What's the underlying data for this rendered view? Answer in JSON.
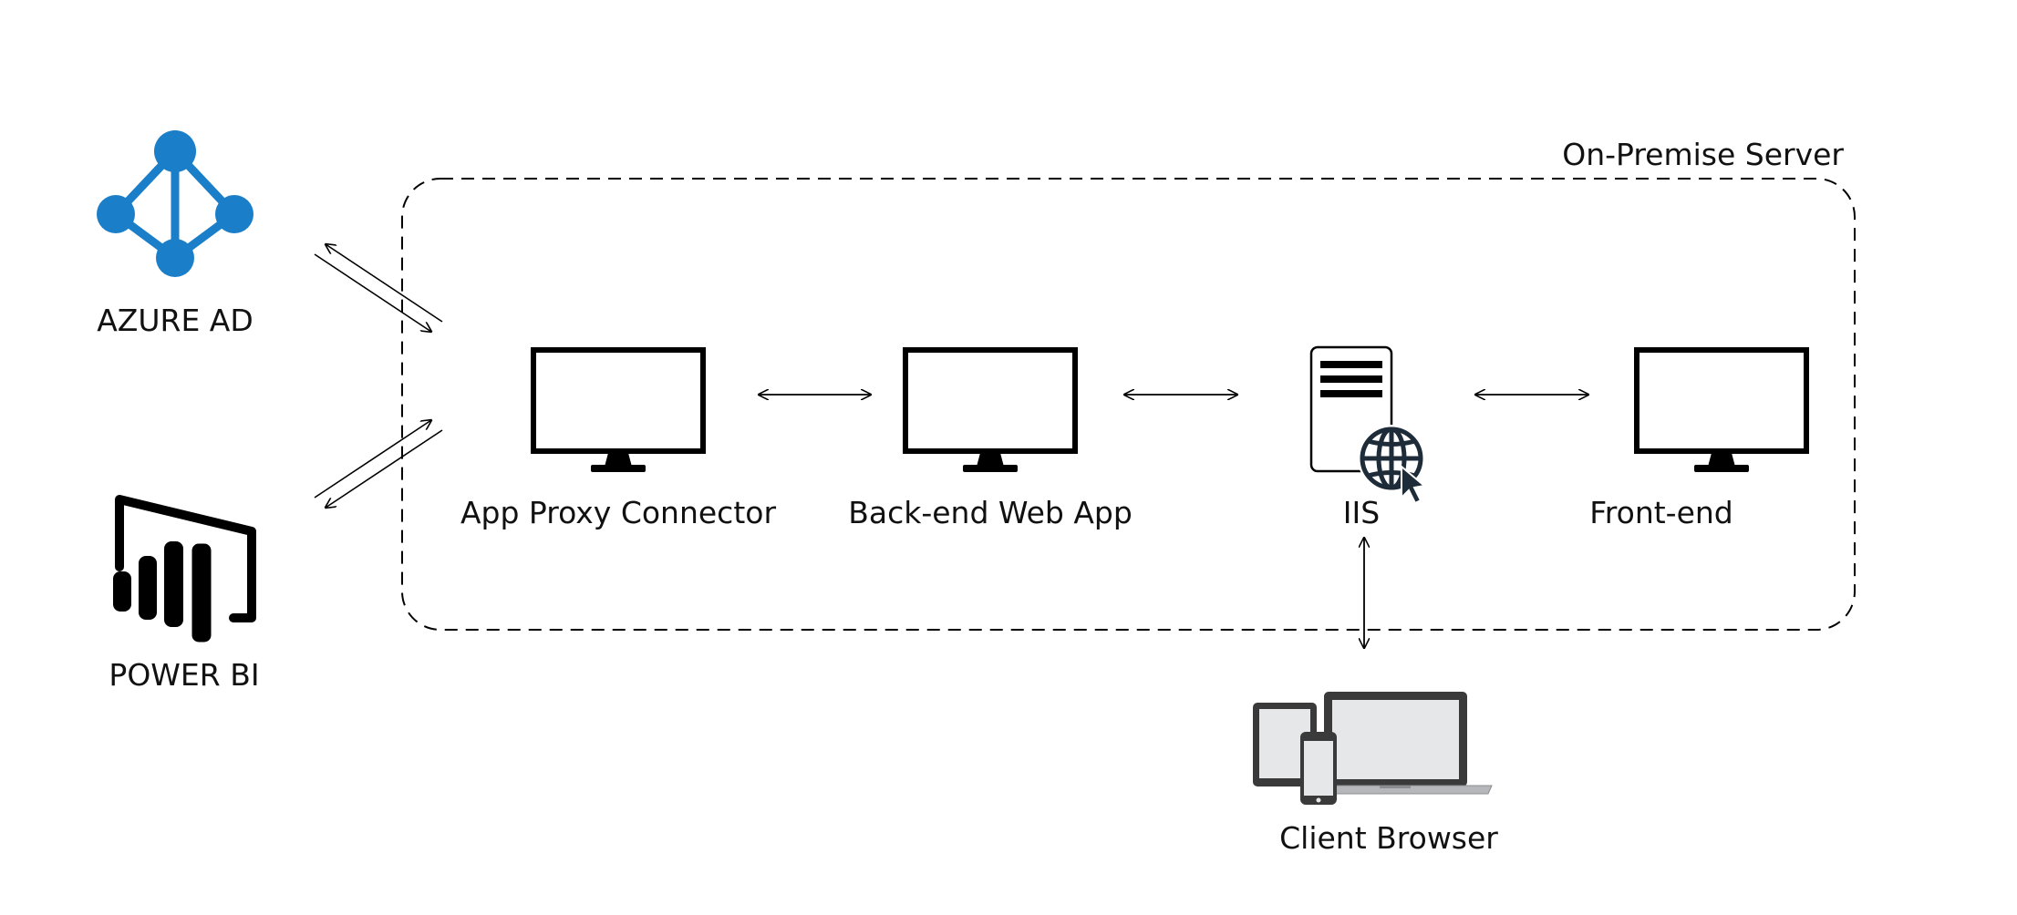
{
  "diagram": {
    "region": {
      "label": "On-Premise Server"
    },
    "nodes": {
      "azure_ad": {
        "label": "AZURE AD",
        "icon": "azure-ad-icon"
      },
      "power_bi": {
        "label": "POWER BI",
        "icon": "power-bi-icon"
      },
      "app_proxy_connector": {
        "label": "App Proxy Connector",
        "icon": "monitor-icon"
      },
      "backend_web_app": {
        "label": "Back-end Web App",
        "icon": "monitor-icon"
      },
      "iis": {
        "label": "IIS",
        "icon": "web-server-icon"
      },
      "frontend": {
        "label": "Front-end",
        "icon": "monitor-icon"
      },
      "client_browser": {
        "label": "Client Browser",
        "icon": "devices-icon"
      }
    },
    "edges": [
      {
        "from": "azure_ad",
        "to": "app_proxy_connector",
        "direction": "both",
        "style": "parallel"
      },
      {
        "from": "power_bi",
        "to": "app_proxy_connector",
        "direction": "both",
        "style": "parallel"
      },
      {
        "from": "app_proxy_connector",
        "to": "backend_web_app",
        "direction": "both"
      },
      {
        "from": "backend_web_app",
        "to": "iis",
        "direction": "both"
      },
      {
        "from": "iis",
        "to": "frontend",
        "direction": "both"
      },
      {
        "from": "iis",
        "to": "client_browser",
        "direction": "both"
      }
    ],
    "colors": {
      "azure_blue": "#1A7EC8",
      "stroke": "#000000",
      "device_dark": "#3A3A3A",
      "device_screen": "#E6E7E8",
      "globe": "#1E2B38"
    }
  }
}
